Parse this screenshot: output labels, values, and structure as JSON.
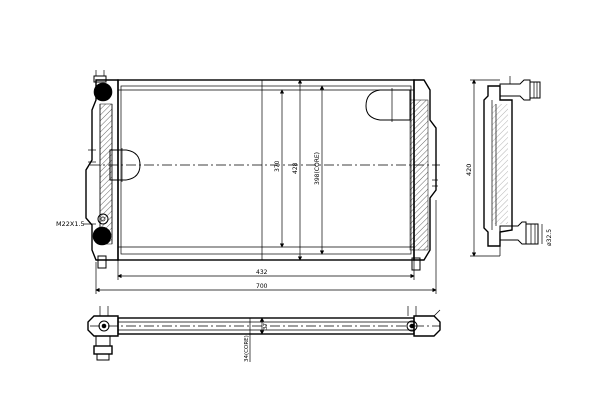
{
  "drawing": {
    "front_view": {
      "dim_core_height": "370",
      "dim_inner_height": "428",
      "dim_core_label": "398(CORE)",
      "dim_core_width": "432",
      "dim_overall_width": "700",
      "thread_label": "M22X1.5"
    },
    "side_view": {
      "dim_height": "420",
      "dim_pipe_diameter": "ø32.5"
    },
    "bottom_view": {
      "dim_core_thickness": "34(CORE)",
      "dim_small": "37"
    }
  }
}
